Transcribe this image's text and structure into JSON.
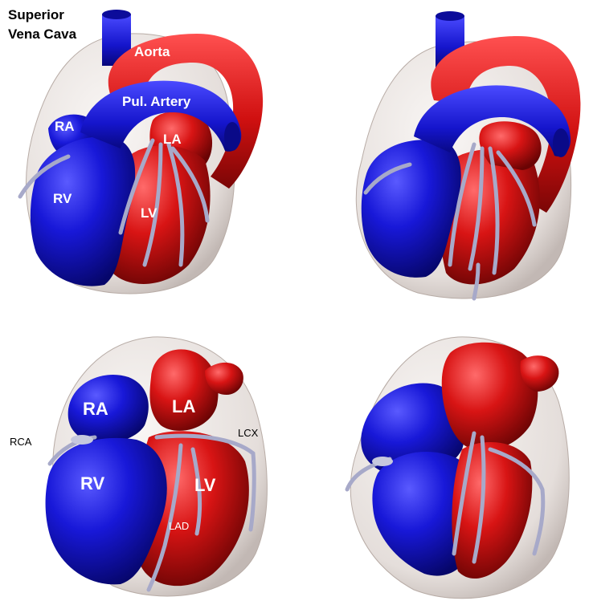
{
  "colors": {
    "background": "#ffffff",
    "venous_blue": "#1a1acc",
    "arterial_red": "#cc1010",
    "coronary_vessel": "#a7a9c9",
    "pericardium": "#d9cfca"
  },
  "panels": {
    "top_left": {
      "labels": {
        "superior_vena_cava_line1": "Superior",
        "superior_vena_cava_line2": "Vena Cava",
        "aorta": "Aorta",
        "pulmonary_artery": "Pul. Artery",
        "ra": "RA",
        "la": "LA",
        "rv": "RV",
        "lv": "LV"
      }
    },
    "top_right": {
      "labels": {}
    },
    "bottom_left": {
      "labels": {
        "ra": "RA",
        "la": "LA",
        "rv": "RV",
        "lv": "LV",
        "rca": "RCA",
        "lcx": "LCX",
        "lad": "LAD"
      }
    },
    "bottom_right": {
      "labels": {}
    }
  }
}
